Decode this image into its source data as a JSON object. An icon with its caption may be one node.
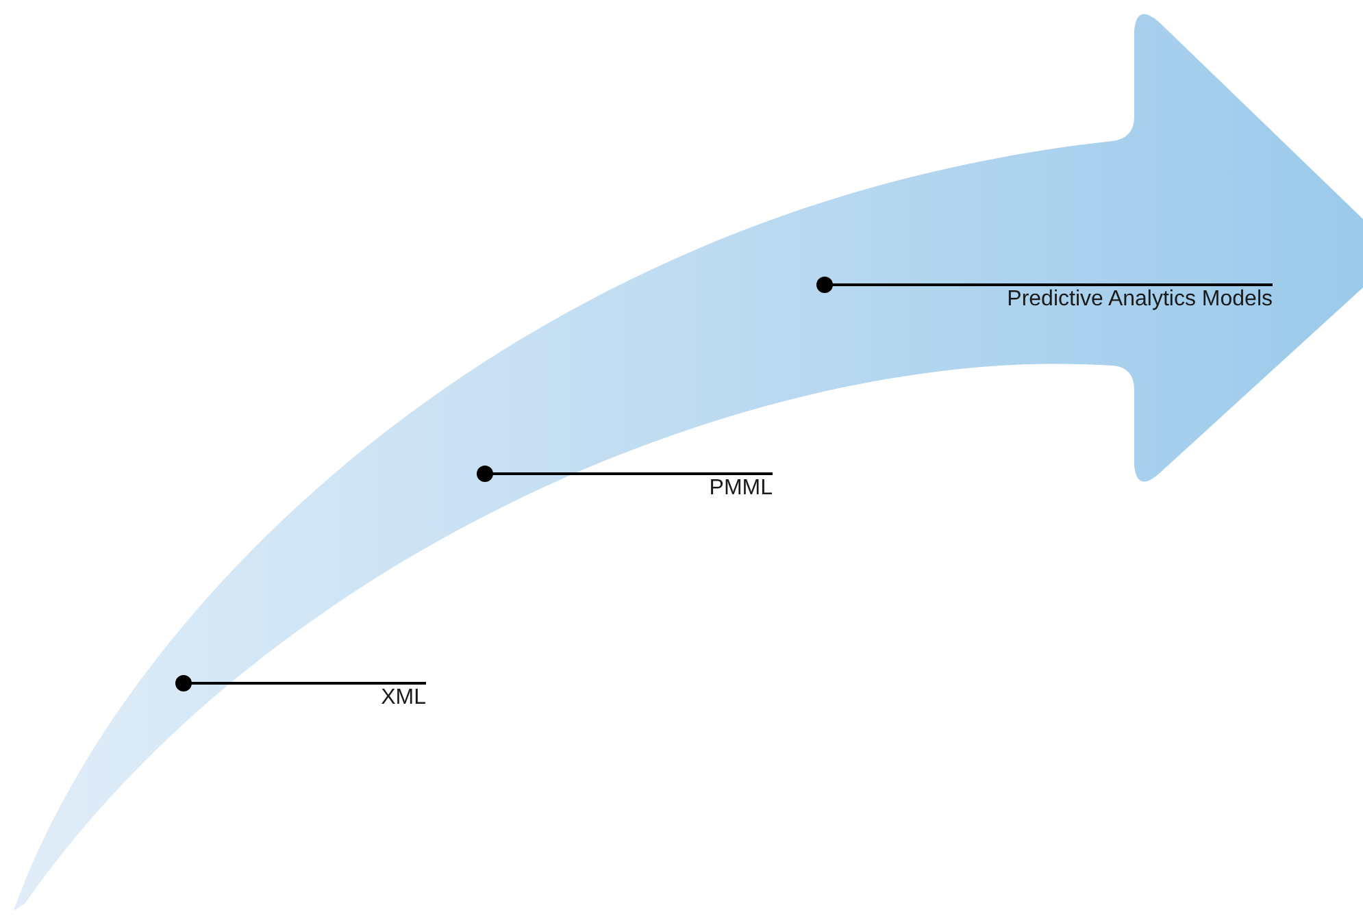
{
  "diagram": {
    "nodes": [
      {
        "text": [
          "Predictive Analytics Models"
        ]
      },
      {
        "text": [
          "PMML"
        ]
      },
      {
        "text": [
          "XML"
        ]
      }
    ],
    "edges": [
      {
        "from": 0,
        "to": null,
        "arrow": "other"
      },
      {
        "from": 1,
        "to": null,
        "arrow": "other"
      },
      {
        "from": 2,
        "to": null,
        "arrow": "other"
      }
    ]
  }
}
